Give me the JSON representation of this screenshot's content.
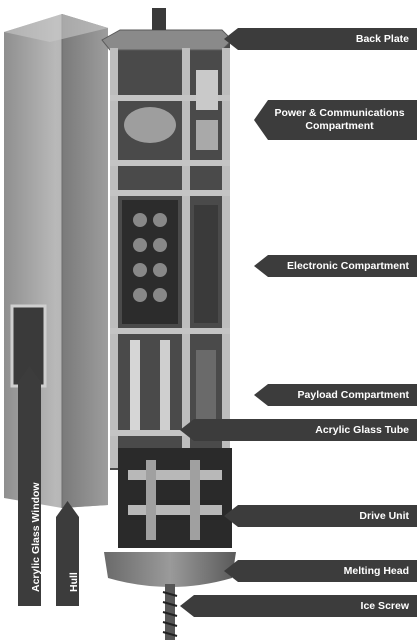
{
  "labels": {
    "back_plate": "Back Plate",
    "power_comm": "Power & Communications Compartment",
    "electronic": "Electronic Compartment",
    "payload": "Payload Compartment",
    "acrylic_tube": "Acrylic Glass Tube",
    "drive_unit": "Drive Unit",
    "melting_head": "Melting Head",
    "ice_screw": "Ice Screw",
    "acrylic_window": "Acrylic Glass Window",
    "hull": "Hull"
  },
  "colors": {
    "label_bg": "#3c3c3c",
    "label_text": "#ffffff",
    "hull_metal": "#a8a8a8",
    "frame_metal": "#b5b5b5",
    "dark_interior": "#2a2a2a"
  }
}
